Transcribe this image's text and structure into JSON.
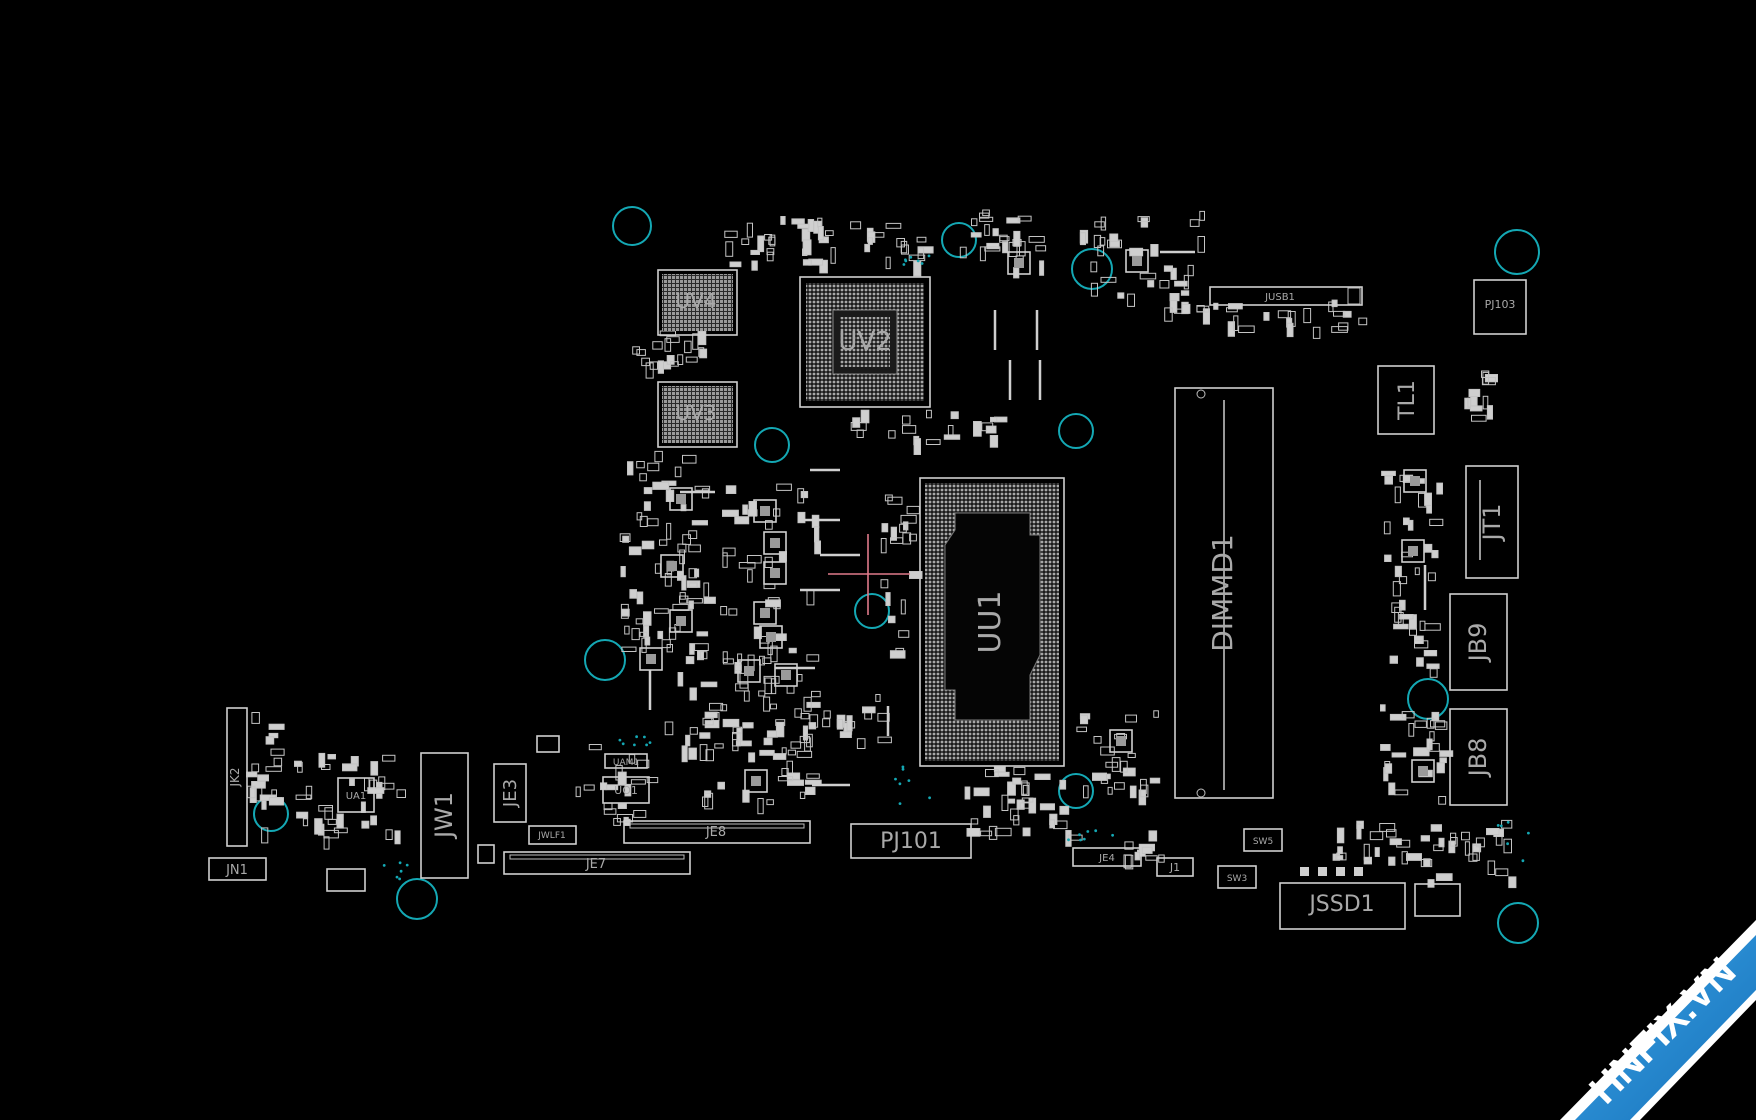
{
  "colors": {
    "background": "#000000",
    "outline": "#cfcfcf",
    "label": "#a9a9a9",
    "mount_hole": "#14a8b4",
    "cursor": "#e07a8a",
    "watermark_bg": "#1f8fd6",
    "watermark_x": "#e02020"
  },
  "components": {
    "uv4": "UV4",
    "uv3": "UV3",
    "uv2": "UV2",
    "uu1": "UU1",
    "dimmd1": "DIMMD1",
    "jusb1": "JUSB1",
    "pj103": "PJ103",
    "tl1": "TL1",
    "jt1": "JT1",
    "jb9": "JB9",
    "jb8": "JB8",
    "jk2": "JK2",
    "ua1": "UA1",
    "jn1": "JN1",
    "jw1": "JW1",
    "je3": "JE3",
    "je7": "JE7",
    "je8": "JE8",
    "jwlf1": "JWLF1",
    "uo1": "UO1",
    "uam1": "UAM1",
    "pj101": "PJ101",
    "je4": "JE4",
    "j1": "J1",
    "sw5": "SW5",
    "sw3": "SW3",
    "jssd1": "JSSD1"
  },
  "watermark": {
    "text": "HNFIX.VN"
  }
}
